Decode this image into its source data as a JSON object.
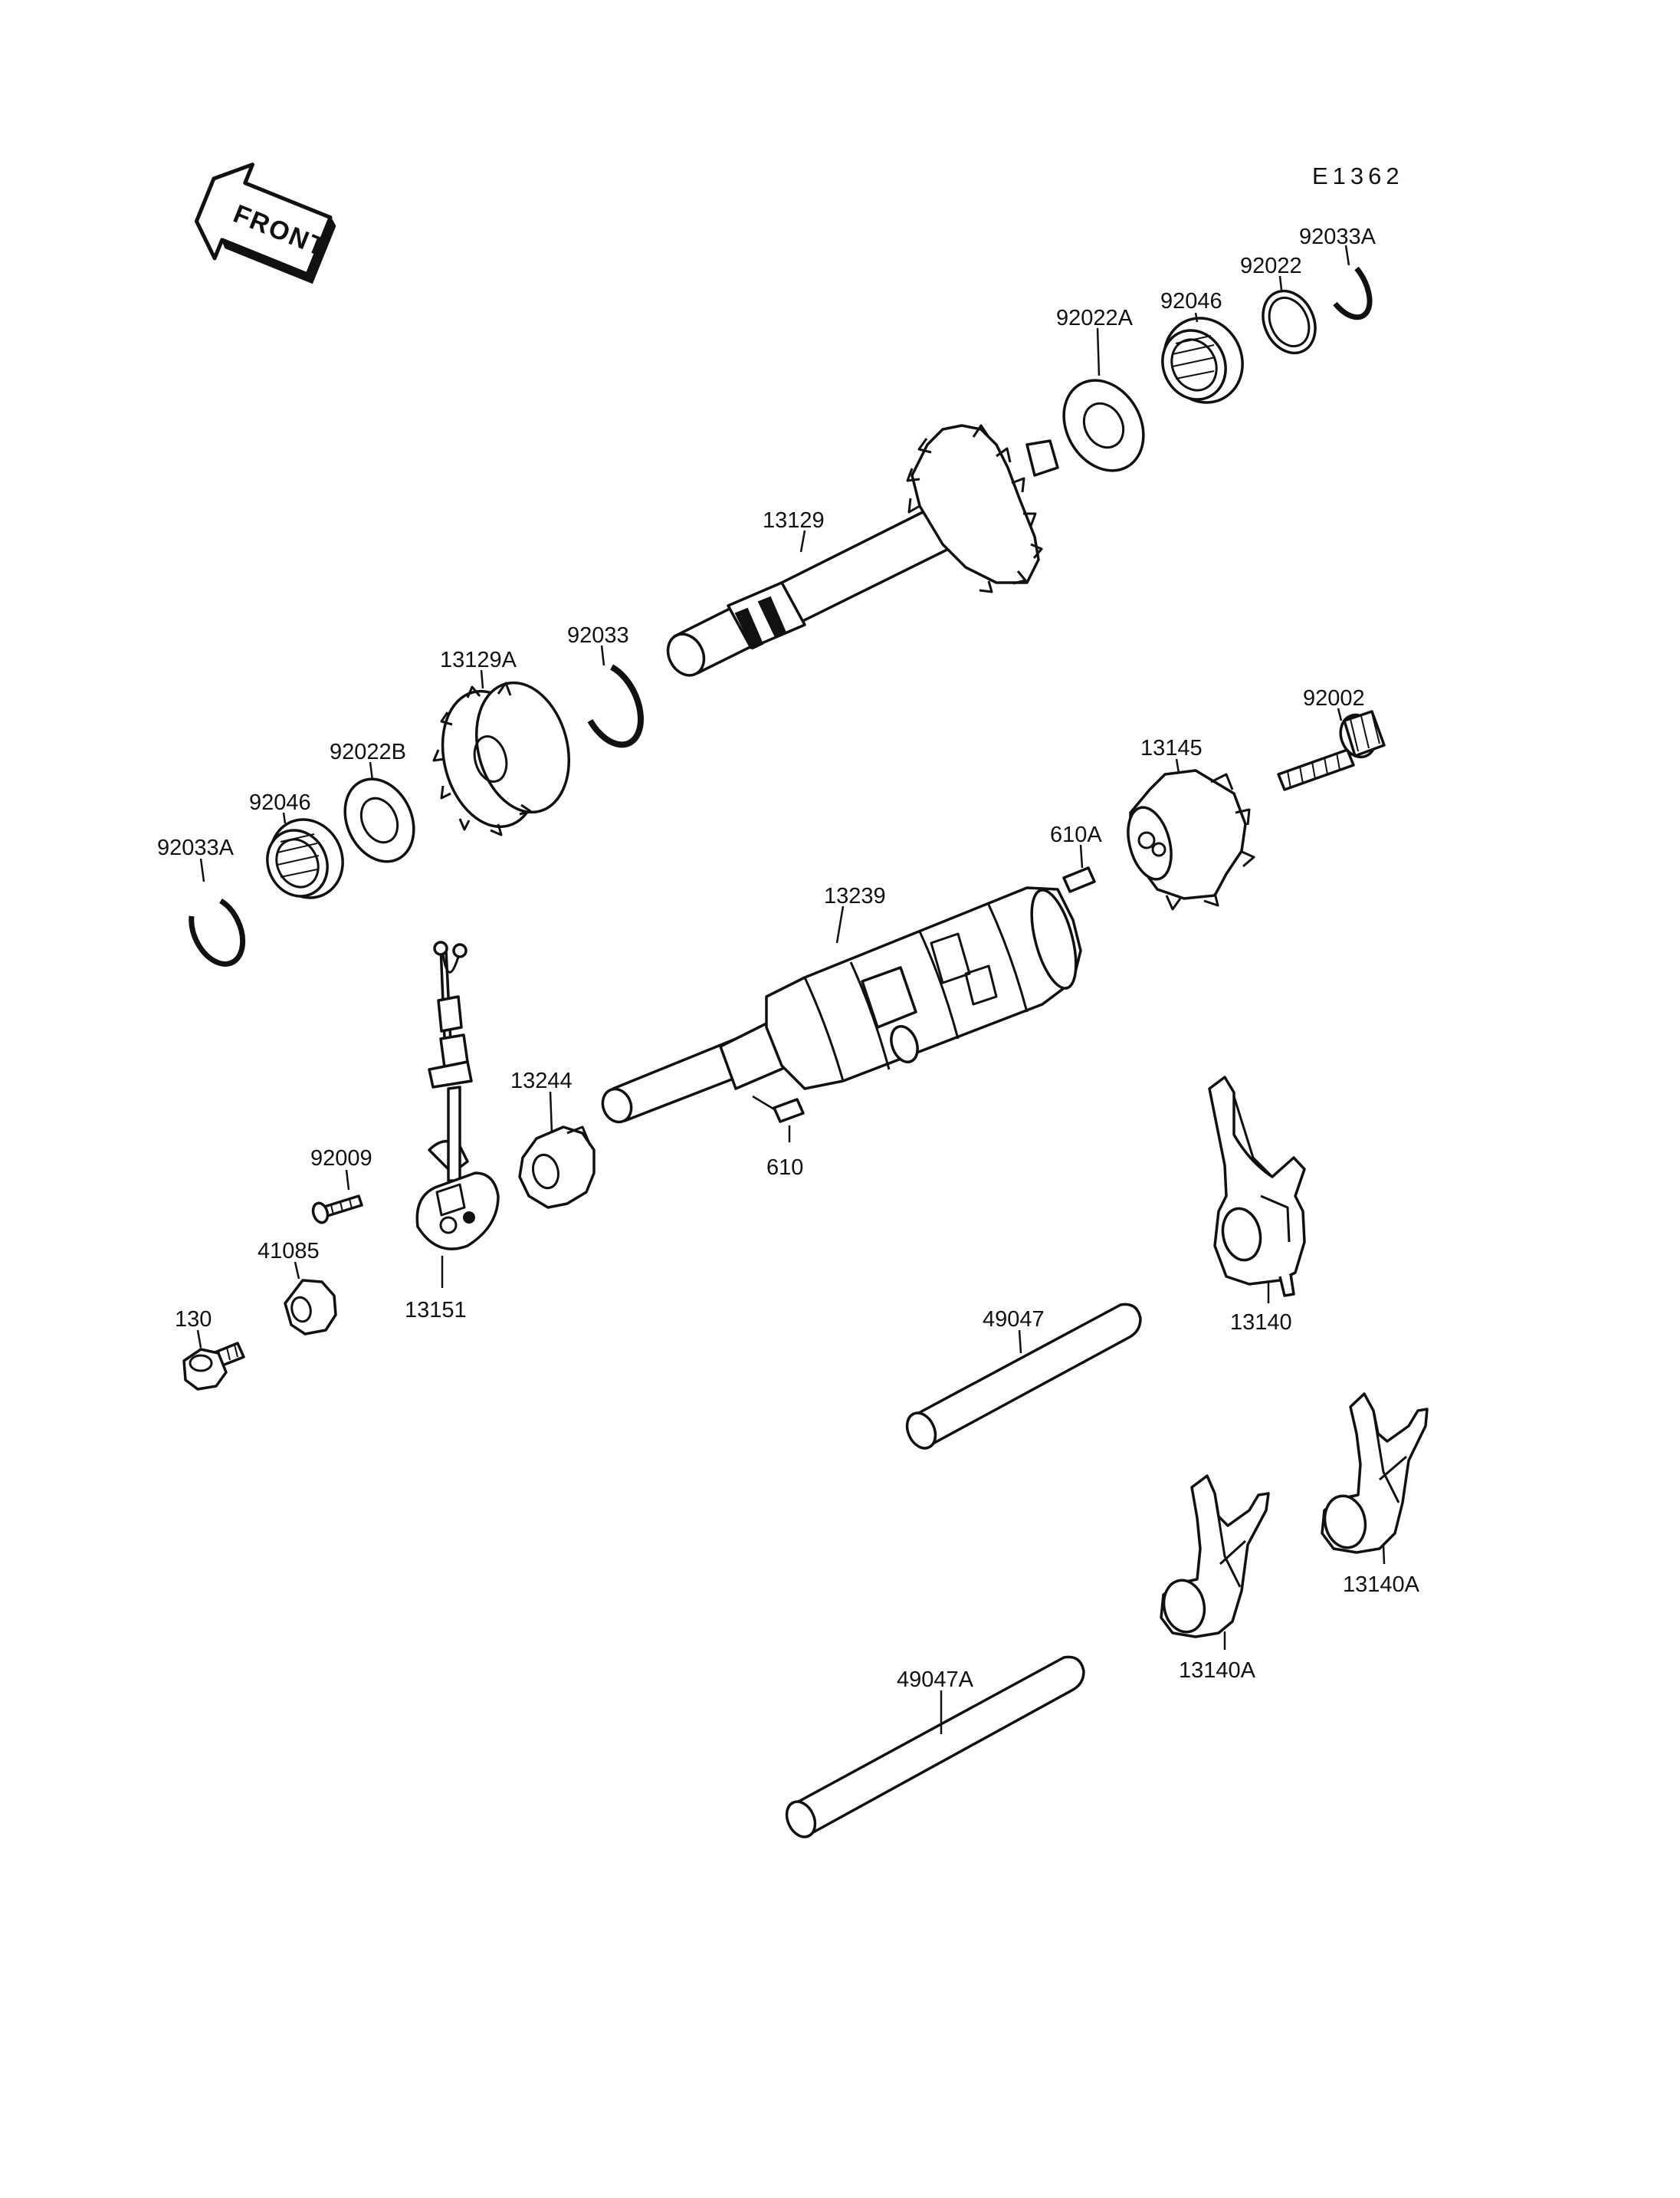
{
  "diagram": {
    "ref_code": "E1362",
    "front_label": "FRONT",
    "labels": {
      "p92033A_top": "92033A",
      "p92022": "92022",
      "p92046_top": "92046",
      "p92022A": "92022A",
      "p13129": "13129",
      "p92033": "92033",
      "p13129A": "13129A",
      "p92022B": "92022B",
      "p92046_bottom": "92046",
      "p92033A_bottom": "92033A",
      "p92002": "92002",
      "p13145": "13145",
      "p610A": "610A",
      "p13239": "13239",
      "p13244": "13244",
      "p610": "610",
      "p92009": "92009",
      "p41085": "41085",
      "p13151": "13151",
      "p130": "130",
      "p13140": "13140",
      "p49047": "49047",
      "p13140A_right": "13140A",
      "p13140A_left": "13140A",
      "p49047A": "49047A"
    }
  }
}
